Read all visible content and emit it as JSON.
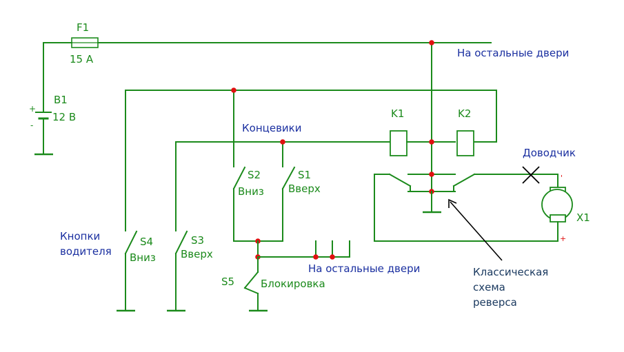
{
  "labels": {
    "f1": "F1",
    "f1_rating": "15 А",
    "b1": "B1",
    "b1_voltage": "12 В",
    "b1_plus": "+",
    "b1_minus": "-",
    "other_doors_top": "На остальные двери",
    "limit_switches": "Концевики",
    "k1": "K1",
    "k2": "K2",
    "closer": "Доводчик",
    "motor": "X1",
    "motor_minus": "'",
    "motor_plus": "+",
    "s2": "S2",
    "s2_desc": "Вниз",
    "s1": "S1",
    "s1_desc": "Вверх",
    "driver_buttons_1": "Кнопки",
    "driver_buttons_2": "водителя",
    "s4": "S4",
    "s4_desc": "Вниз",
    "s3": "S3",
    "s3_desc": "Вверх",
    "s5": "S5",
    "lock": "Блокировка",
    "other_doors_bottom": "На остальные двери",
    "reverse_1": "Классическая",
    "reverse_2": "схема",
    "reverse_3": "реверса"
  }
}
